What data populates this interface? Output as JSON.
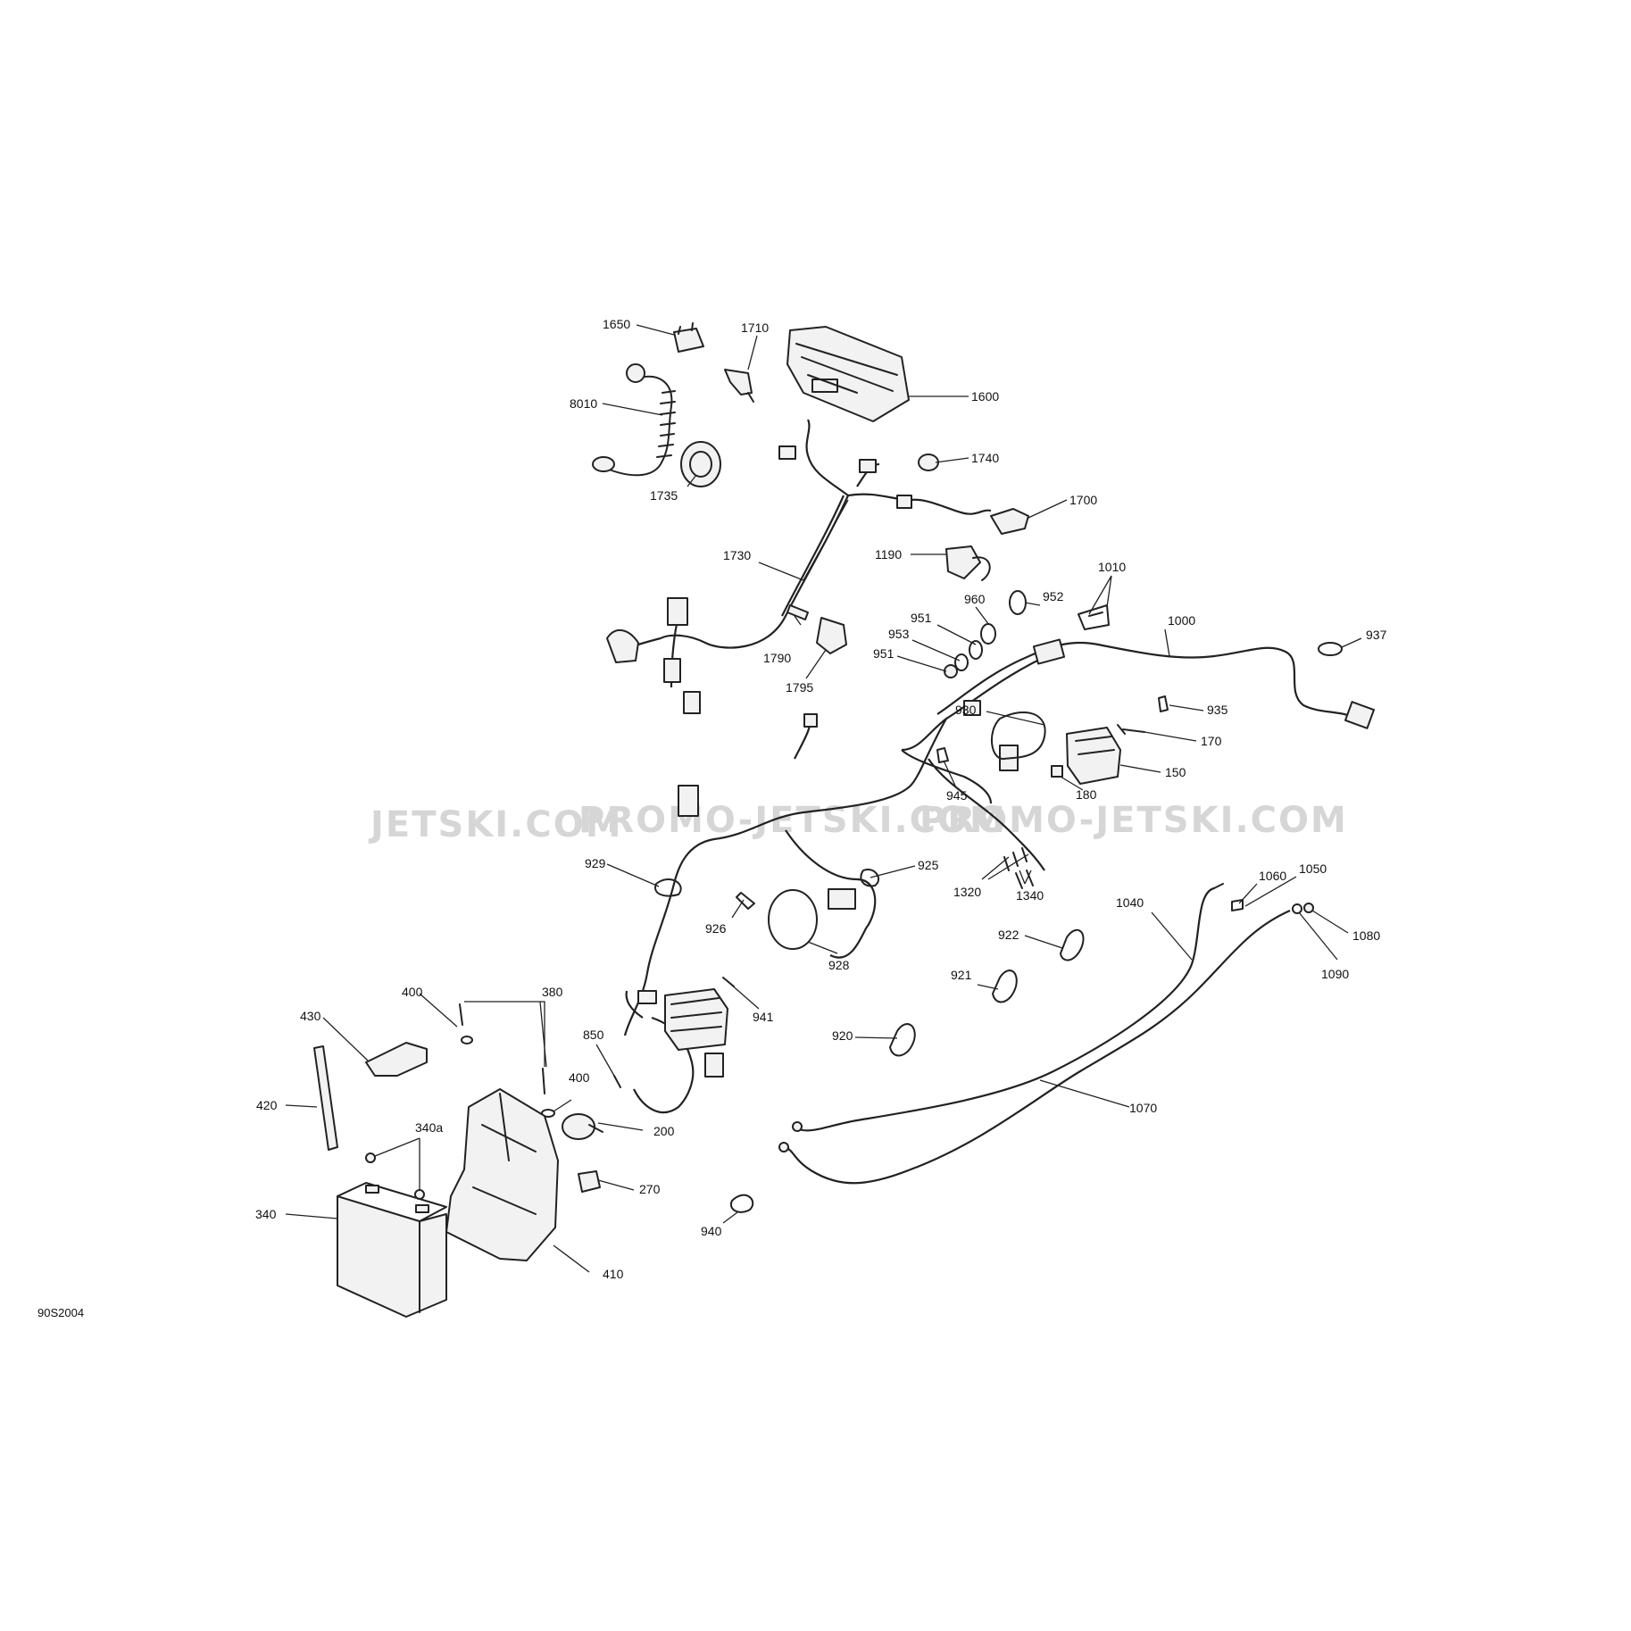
{
  "diagram": {
    "code": "90S2004",
    "watermarks": [
      "JETSKI.COM",
      "PROMO-JETSKI.COM",
      "PROMO-JETSKI.COM"
    ],
    "labels": {
      "p1650": "1650",
      "p1710": "1710",
      "p1600": "1600",
      "p8010": "8010",
      "p1735": "1735",
      "p1740": "1740",
      "p1700": "1700",
      "p1730": "1730",
      "p1190": "1190",
      "p1010": "1010",
      "p952": "952",
      "p960": "960",
      "p951a": "951",
      "p953": "953",
      "p951b": "951",
      "p1000": "1000",
      "p937": "937",
      "p1790": "1790",
      "p1795": "1795",
      "p930": "930",
      "p935": "935",
      "p170": "170",
      "p150": "150",
      "p945": "945",
      "p180": "180",
      "p929": "929",
      "p925": "925",
      "p1320": "1320",
      "p1340": "1340",
      "p1060": "1060",
      "p1050": "1050",
      "p1040": "1040",
      "p1080": "1080",
      "p1090": "1090",
      "p926": "926",
      "p922": "922",
      "p928": "928",
      "p921": "921",
      "p941": "941",
      "p400a": "400",
      "p380": "380",
      "p430": "430",
      "p850": "850",
      "p920": "920",
      "p400b": "400",
      "p420": "420",
      "p200": "200",
      "p340a": "340a",
      "p1070": "1070",
      "p270": "270",
      "p340": "340",
      "p940": "940",
      "p410": "410"
    }
  }
}
